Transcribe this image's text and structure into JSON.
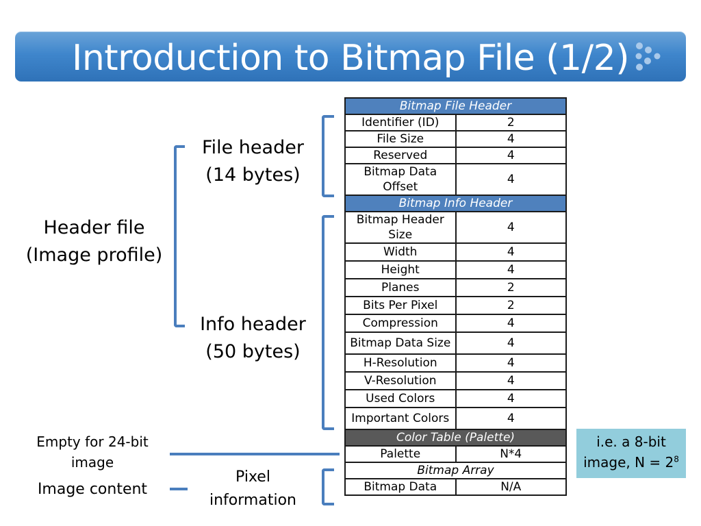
{
  "slide": {
    "title": "Introduction to Bitmap File (1/2)"
  },
  "labels": {
    "header_file_line1": "Header file",
    "header_file_line2": "(Image profile)",
    "file_header_line1": "File header",
    "file_header_line2": "(14 bytes)",
    "info_header_line1": "Info header",
    "info_header_line2": "(50 bytes)",
    "empty_line1": "Empty for 24-bit",
    "empty_line2": "image",
    "image_content": "Image content",
    "pixel_line1": "Pixel",
    "pixel_line2": "information"
  },
  "table": {
    "file_header_title": "Bitmap File Header",
    "file_header_rows": [
      {
        "name": "Identifier (ID)",
        "size": "2"
      },
      {
        "name": "File Size",
        "size": "4"
      },
      {
        "name": "Reserved",
        "size": "4"
      },
      {
        "name": "Bitmap Data Offset",
        "size": "4"
      }
    ],
    "info_header_title": "Bitmap Info Header",
    "info_header_rows": [
      {
        "name": "Bitmap Header Size",
        "size": "4"
      },
      {
        "name": "Width",
        "size": "4"
      },
      {
        "name": "Height",
        "size": "4"
      },
      {
        "name": "Planes",
        "size": "2"
      },
      {
        "name": "Bits Per Pixel",
        "size": "2"
      },
      {
        "name": "Compression",
        "size": "4"
      },
      {
        "name": "Bitmap Data Size",
        "size": "4"
      },
      {
        "name": "H-Resolution",
        "size": "4"
      },
      {
        "name": "V-Resolution",
        "size": "4"
      },
      {
        "name": "Used Colors",
        "size": "4"
      },
      {
        "name": "Important Colors",
        "size": "4"
      }
    ],
    "color_table_title": "Color Table (Palette)",
    "palette_row": {
      "name": "Palette",
      "size": "N*4"
    },
    "bitmap_array_title": "Bitmap Array",
    "bitmap_data_row": {
      "name": "Bitmap Data",
      "size": "N/A"
    }
  },
  "note": {
    "line1": "i.e. a 8-bit",
    "line2_prefix": "image, N = 2",
    "exponent": "8"
  },
  "colors": {
    "title_bar": "#3f86cc",
    "section_blue": "#4f81bd",
    "section_dark": "#595959",
    "bracket": "#4a7ebd",
    "note_box": "#92cddc"
  }
}
